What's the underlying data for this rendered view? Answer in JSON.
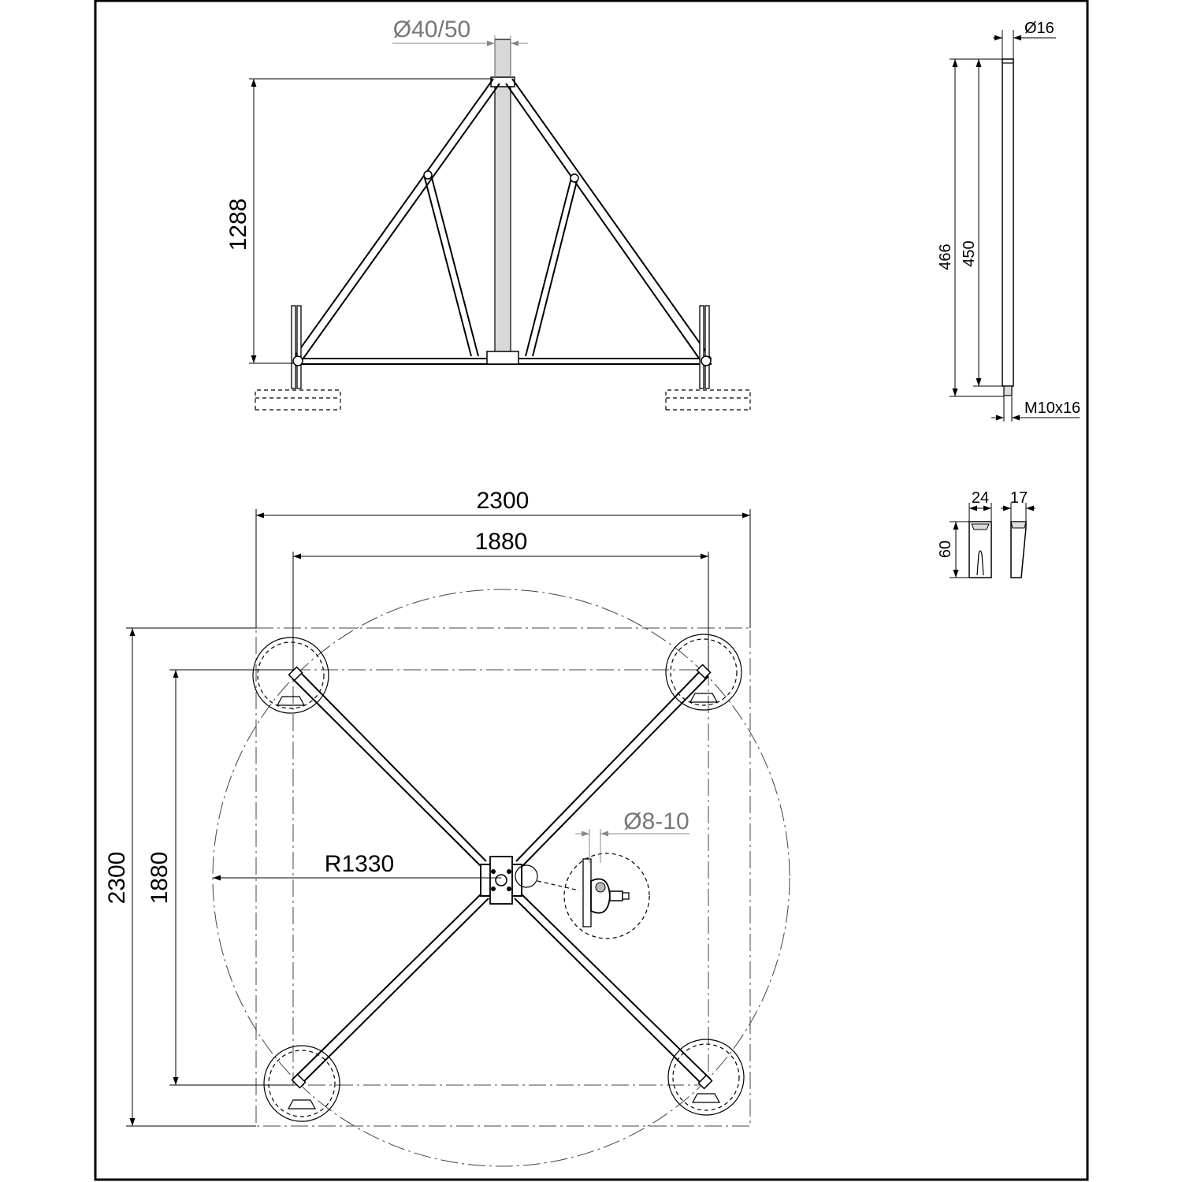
{
  "side_view": {
    "mast_diameter": "Ø40/50",
    "height": "1288"
  },
  "rod_detail": {
    "diameter": "Ø16",
    "total_length": "466",
    "shaft_length": "450",
    "thread": "M10x16"
  },
  "clip_detail": {
    "width": "24",
    "thickness": "17",
    "height": "60"
  },
  "plan_view": {
    "outer_width": "2300",
    "inner_width": "1880",
    "outer_height": "2300",
    "inner_height": "1880",
    "radius": "R1330",
    "conductor_diameter": "Ø8-10"
  }
}
